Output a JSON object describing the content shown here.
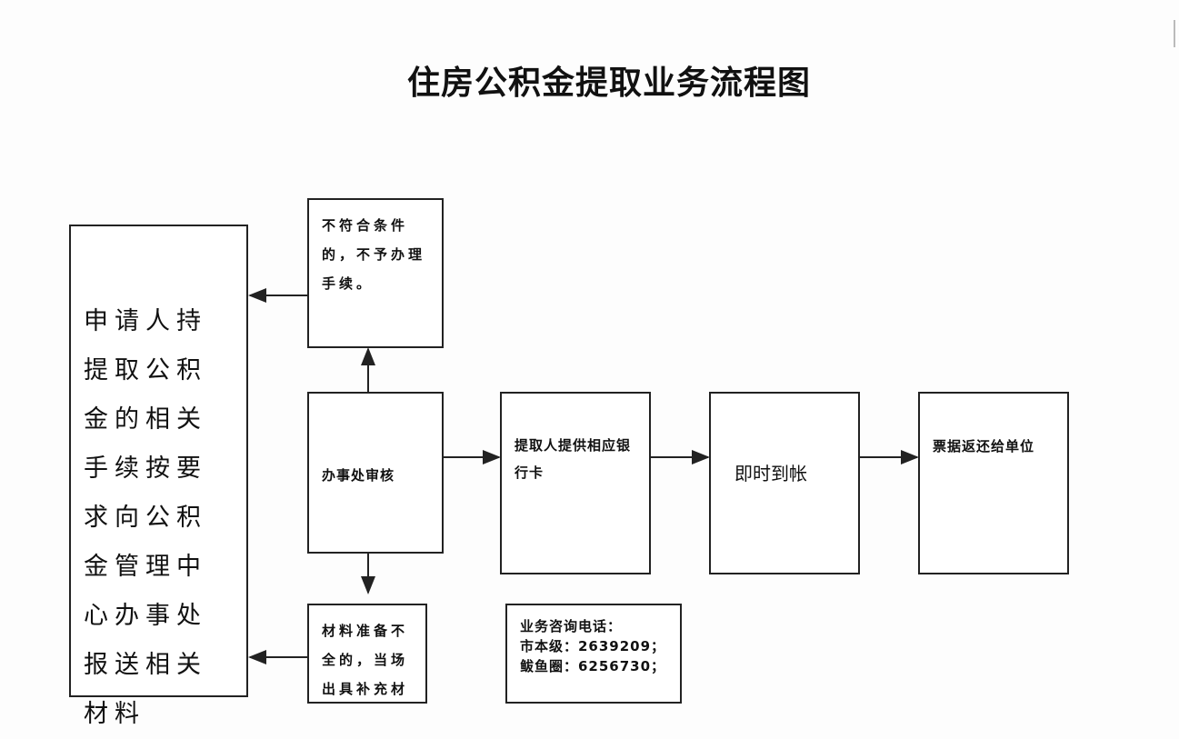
{
  "title": "住房公积金提取业务流程图",
  "nodes": {
    "applicant": "申请人持提取公积金的相关手续按要求向公积金管理中心办事处报送相关材料",
    "reject": "不符合条件的，不予办理手续。",
    "review": "办事处审核",
    "incomplete": "材料准备不全的，当场出具补充材",
    "bank_card": "提取人提供相应银行卡",
    "instant": "即时到帐",
    "receipt": "票据返还给单位",
    "contact_title": "业务咨询电话：",
    "contact_city": "市本级：2639209；",
    "contact_byq": "鲅鱼圈：6256730；"
  }
}
